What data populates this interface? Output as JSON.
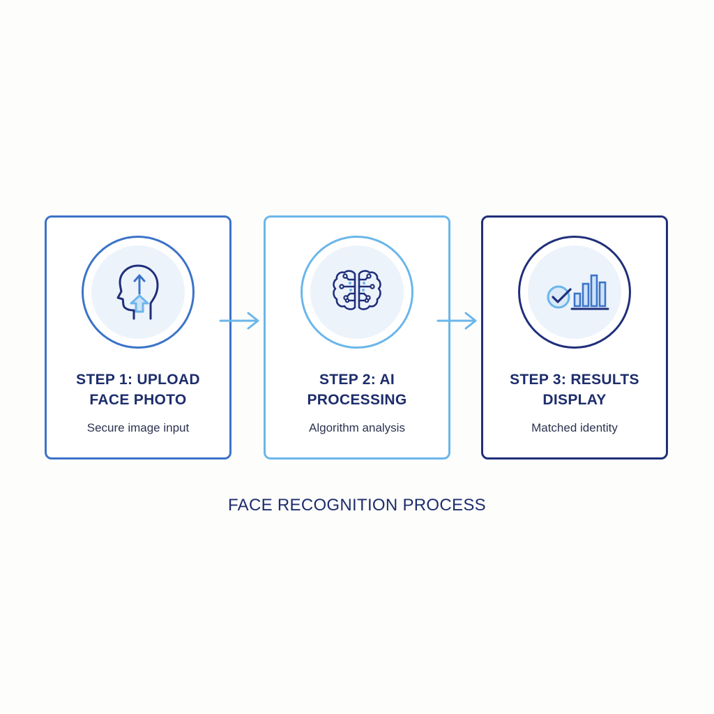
{
  "steps": [
    {
      "title_line1": "STEP 1: UPLOAD",
      "title_line2": "FACE PHOTO",
      "subtitle": "Secure image input",
      "icon": "head-upload-icon",
      "accent": "#3b73c9"
    },
    {
      "title_line1": "STEP 2: AI",
      "title_line2": "PROCESSING",
      "subtitle": "Algorithm analysis",
      "icon": "brain-circuit-icon",
      "accent": "#6bb6ea"
    },
    {
      "title_line1": "STEP 3: RESULTS",
      "title_line2": "DISPLAY",
      "subtitle": "Matched identity",
      "icon": "check-chart-icon",
      "accent": "#1f2f7a"
    }
  ],
  "connectors": [
    {
      "icon": "arrow-right-icon",
      "color": "#6bb6ea"
    },
    {
      "icon": "arrow-right-icon",
      "color": "#6bb6ea"
    }
  ],
  "footer": {
    "title": "FACE RECOGNITION PROCESS"
  },
  "colors": {
    "background": "#fdfdfc",
    "text_dark": "#1d2d6b",
    "icon_fill": "#edf3fb"
  }
}
